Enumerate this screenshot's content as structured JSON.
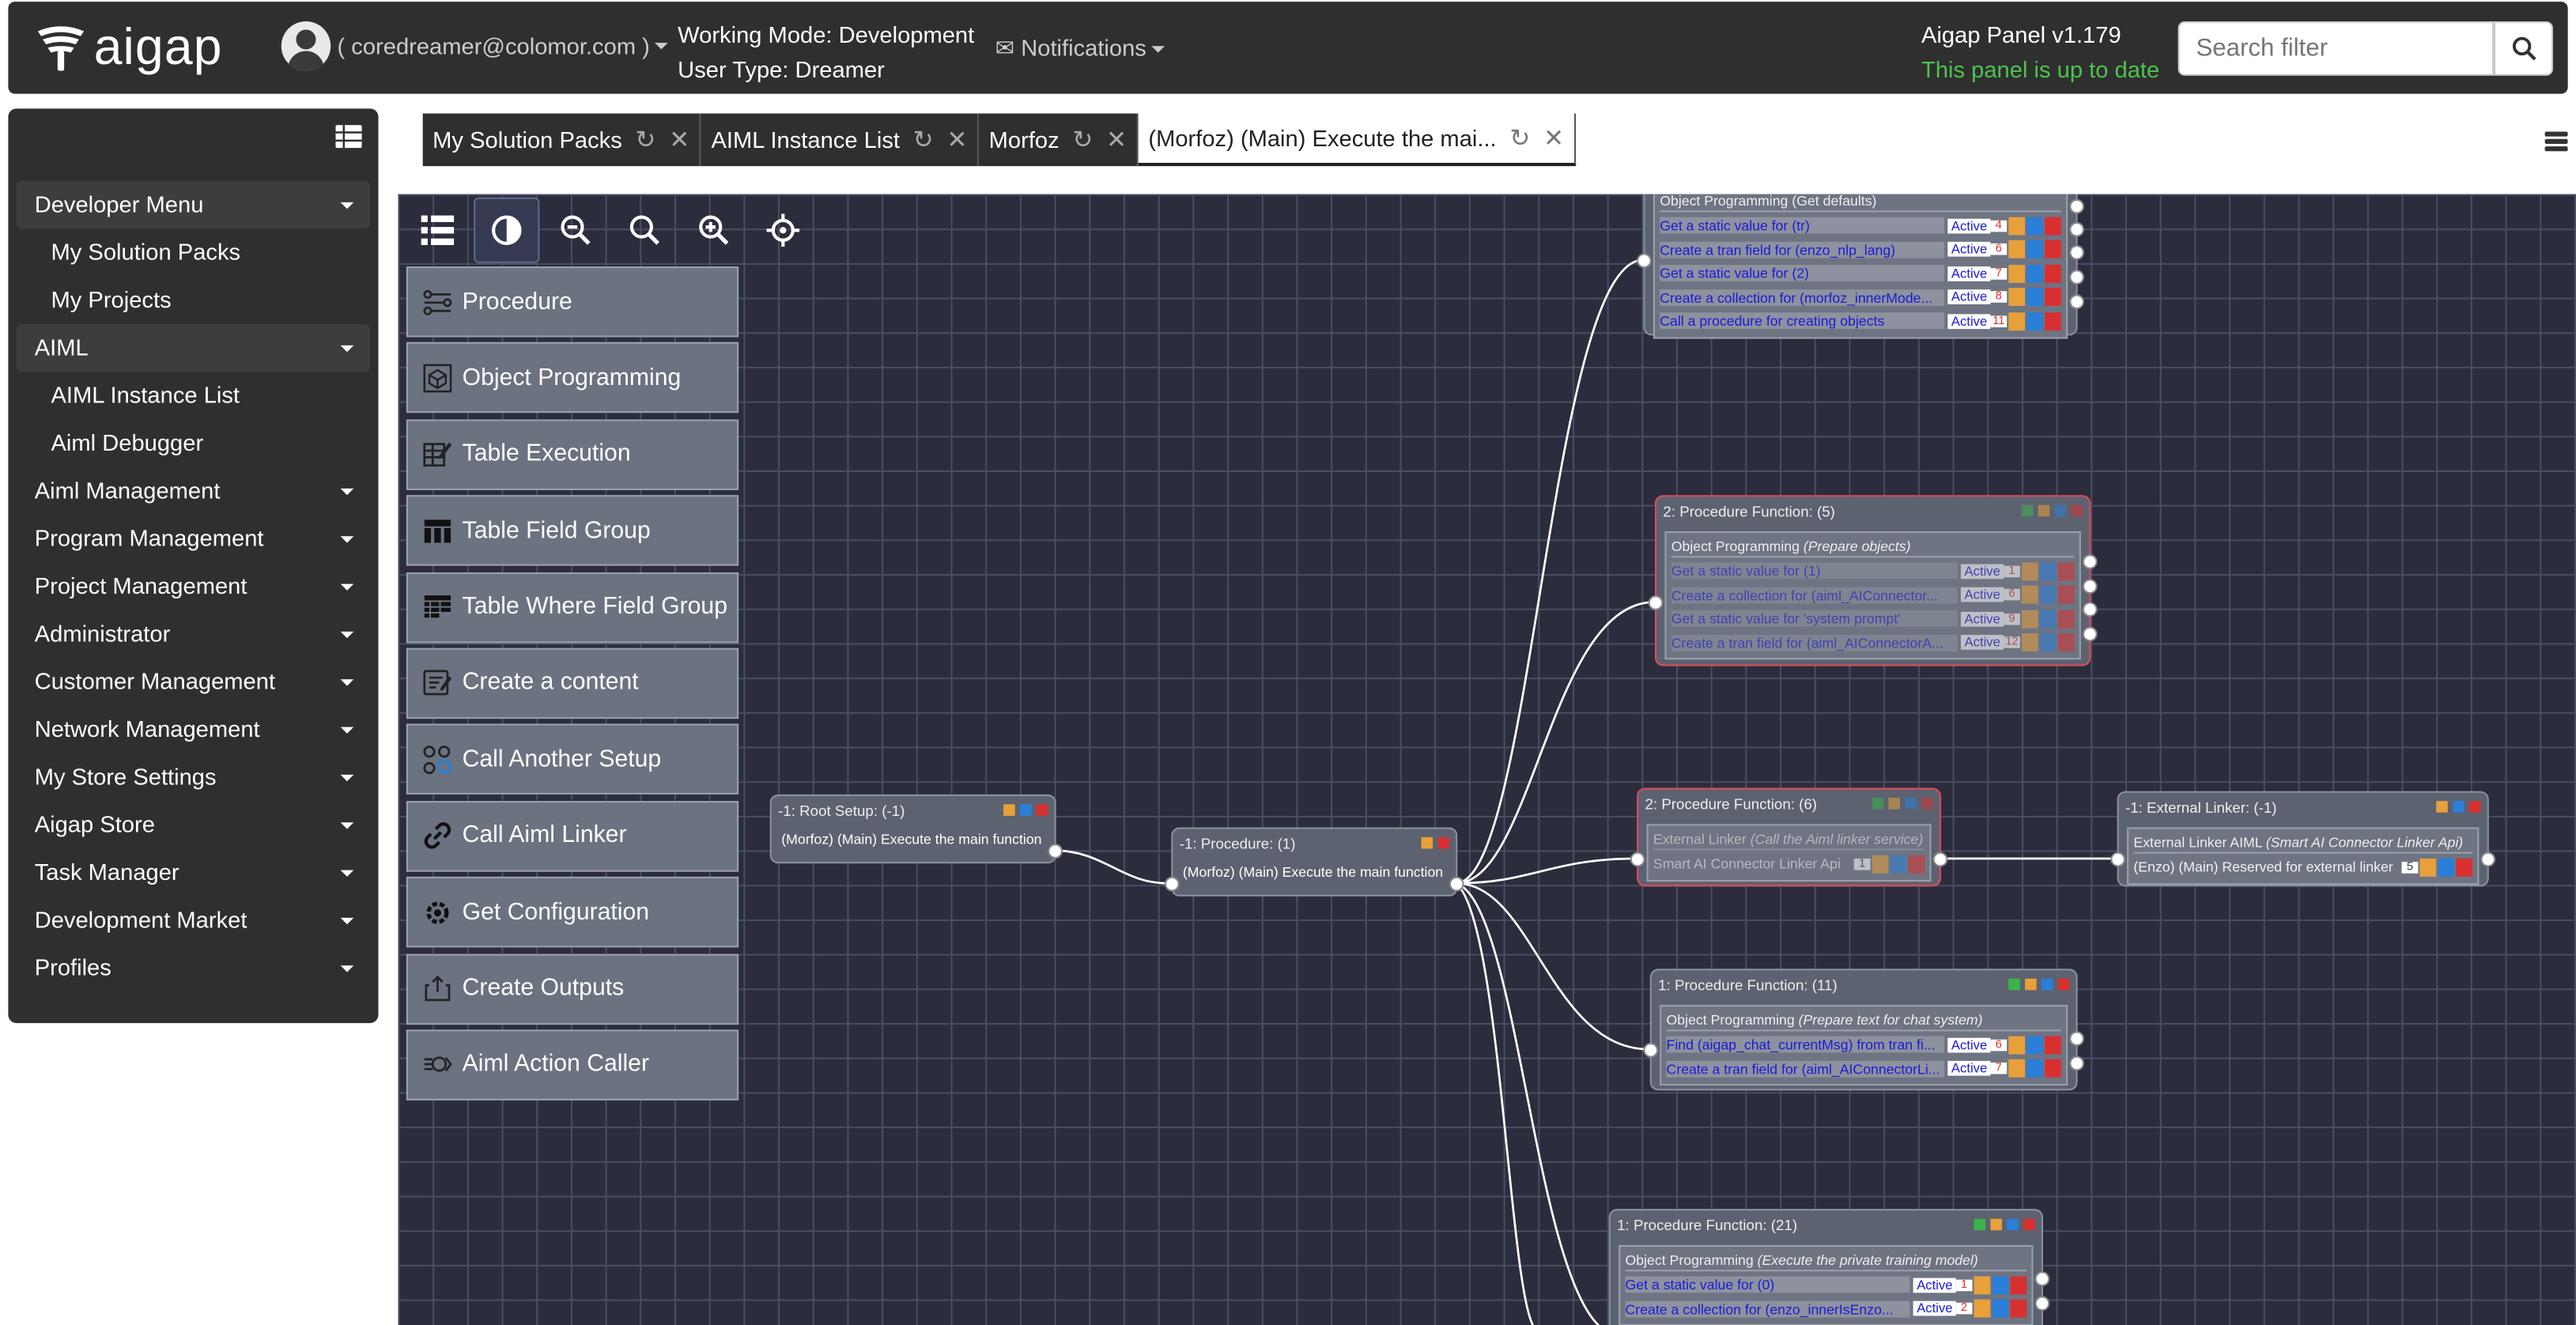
{
  "app": {
    "logo_text": "aigap",
    "user": "( coredreamer@colomor.com )",
    "working_mode": "Working Mode: Development",
    "user_type": "User Type: Dreamer",
    "notifications": "Notifications",
    "panel_version": "Aigap Panel v1.179",
    "panel_status": "This panel is up to date",
    "search_placeholder": "Search filter"
  },
  "sidebar": {
    "items": [
      {
        "label": "Developer Menu",
        "kind": "head"
      },
      {
        "label": "My Solution Packs",
        "kind": "sub"
      },
      {
        "label": "My Projects",
        "kind": "sub"
      },
      {
        "label": "AIML",
        "kind": "head"
      },
      {
        "label": "AIML Instance List",
        "kind": "sub"
      },
      {
        "label": "Aiml Debugger",
        "kind": "sub"
      },
      {
        "label": "Aiml Management",
        "kind": "item"
      },
      {
        "label": "Program Management",
        "kind": "item"
      },
      {
        "label": "Project Management",
        "kind": "item"
      },
      {
        "label": "Administrator",
        "kind": "item"
      },
      {
        "label": "Customer Management",
        "kind": "item"
      },
      {
        "label": "Network Management",
        "kind": "item"
      },
      {
        "label": "My Store Settings",
        "kind": "item"
      },
      {
        "label": "Aigap Store",
        "kind": "item"
      },
      {
        "label": "Task Manager",
        "kind": "item"
      },
      {
        "label": "Development Market",
        "kind": "item"
      },
      {
        "label": "Profiles",
        "kind": "item"
      }
    ]
  },
  "tabs": [
    {
      "label": "My Solution Packs"
    },
    {
      "label": "AIML Instance List"
    },
    {
      "label": "Morfoz"
    },
    {
      "label": "(Morfoz) (Main) Execute the mai..."
    }
  ],
  "palette": [
    {
      "label": "Procedure",
      "icon": "procedure-icon"
    },
    {
      "label": "Object Programming",
      "icon": "cube-icon"
    },
    {
      "label": "Table Execution",
      "icon": "table-edit-icon"
    },
    {
      "label": "Table Field Group",
      "icon": "table-icon"
    },
    {
      "label": "Table Where Field Group",
      "icon": "table-filter-icon"
    },
    {
      "label": "Create a content",
      "icon": "content-icon"
    },
    {
      "label": "Call Another Setup",
      "icon": "setup-icon"
    },
    {
      "label": "Call Aiml Linker",
      "icon": "link-icon"
    },
    {
      "label": "Get Configuration",
      "icon": "gear-icon"
    },
    {
      "label": "Create Outputs",
      "icon": "export-icon"
    },
    {
      "label": "Aiml Action Caller",
      "icon": "action-icon"
    }
  ],
  "nodes": {
    "top": {
      "sub": "Object Programming (Get defaults)",
      "rows": [
        {
          "text": "Get a static value for (tr)",
          "status": "Active",
          "n": "4"
        },
        {
          "text": "Create a tran field for (enzo_nlp_lang)",
          "status": "Active",
          "n": "6"
        },
        {
          "text": "Get a static value for (2)",
          "status": "Active",
          "n": "7"
        },
        {
          "text": "Create a collection for (morfoz_innerMode...",
          "status": "Active",
          "n": "8"
        },
        {
          "text": "Call a procedure for creating objects",
          "status": "Active",
          "n": "11"
        }
      ]
    },
    "pf5": {
      "title": "2: Procedure Function: (5)",
      "sub_a": "Object Programming ",
      "sub_b": "(Prepare objects)",
      "rows": [
        {
          "text": "Get a static value for (1)",
          "status": "Active",
          "n": "1"
        },
        {
          "text": "Create a collection for (aiml_AIConnector...",
          "status": "Active",
          "n": "6"
        },
        {
          "text": "Get a static value for 'system prompt'",
          "status": "Active",
          "n": "9"
        },
        {
          "text": "Create a tran field for (aiml_AIConnectorA...",
          "status": "Active",
          "n": "12"
        }
      ]
    },
    "root": {
      "title": "-1: Root Setup: (-1)",
      "row": "(Morfoz) (Main) Execute the main function"
    },
    "proc1": {
      "title": "-1: Procedure: (1)",
      "row": "(Morfoz) (Main) Execute the main function"
    },
    "pf6": {
      "title": "2: Procedure Function: (6)",
      "sub_a": "External Linker ",
      "sub_b": "(Call the Aiml linker service)",
      "row": "Smart AI Connector Linker Api",
      "n": "1"
    },
    "ext": {
      "title": "-1: External Linker: (-1)",
      "sub_a": "External Linker AIML ",
      "sub_b": "(Smart AI Connector Linker Api)",
      "row": "(Enzo) (Main) Reserved for external linker",
      "n": "5"
    },
    "pf11": {
      "title": "1: Procedure Function: (11)",
      "sub_a": "Object Programming ",
      "sub_b": "(Prepare text for chat system)",
      "rows": [
        {
          "text": "Find (aigap_chat_currentMsg) from tran fi...",
          "status": "Active",
          "n": "6"
        },
        {
          "text": "Create a tran field for (aiml_AIConnectorLi...",
          "status": "Active",
          "n": "7"
        }
      ]
    },
    "pf21": {
      "title": "1: Procedure Function: (21)",
      "sub_a": "Object Programming ",
      "sub_b": "(Execute the private training model)",
      "rows": [
        {
          "text": "Get a static value for (0)",
          "status": "Active",
          "n": "1"
        },
        {
          "text": "Create a collection for (enzo_innerIsEnzo...",
          "status": "Active",
          "n": "2"
        }
      ]
    }
  },
  "colors": {
    "topbar": "#2f2f30",
    "canvas": "#2b2d3d",
    "ok": "#4cc34c",
    "link": "#1b1bd6",
    "danger": "#e04a5a"
  }
}
